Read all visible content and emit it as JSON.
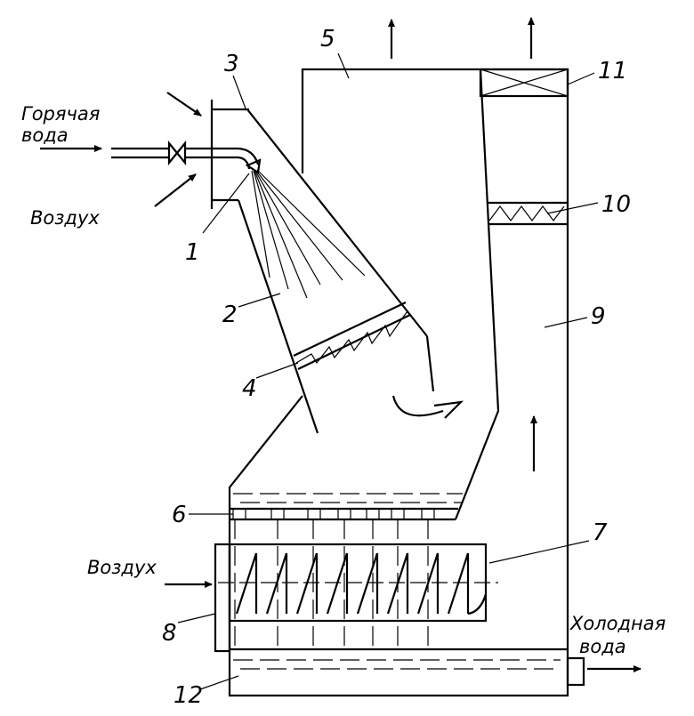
{
  "labels": {
    "hot_water": [
      "Горячая",
      "вода"
    ],
    "air_top": "Воздух",
    "air_bottom": "Воздух",
    "cold_water": [
      "Холодная",
      "вода"
    ]
  },
  "callouts": {
    "n1": "1",
    "n2": "2",
    "n3": "3",
    "n4": "4",
    "n5": "5",
    "n6": "6",
    "n7": "7",
    "n8": "8",
    "n9": "9",
    "n10": "10",
    "n11": "11",
    "n12": "12"
  }
}
